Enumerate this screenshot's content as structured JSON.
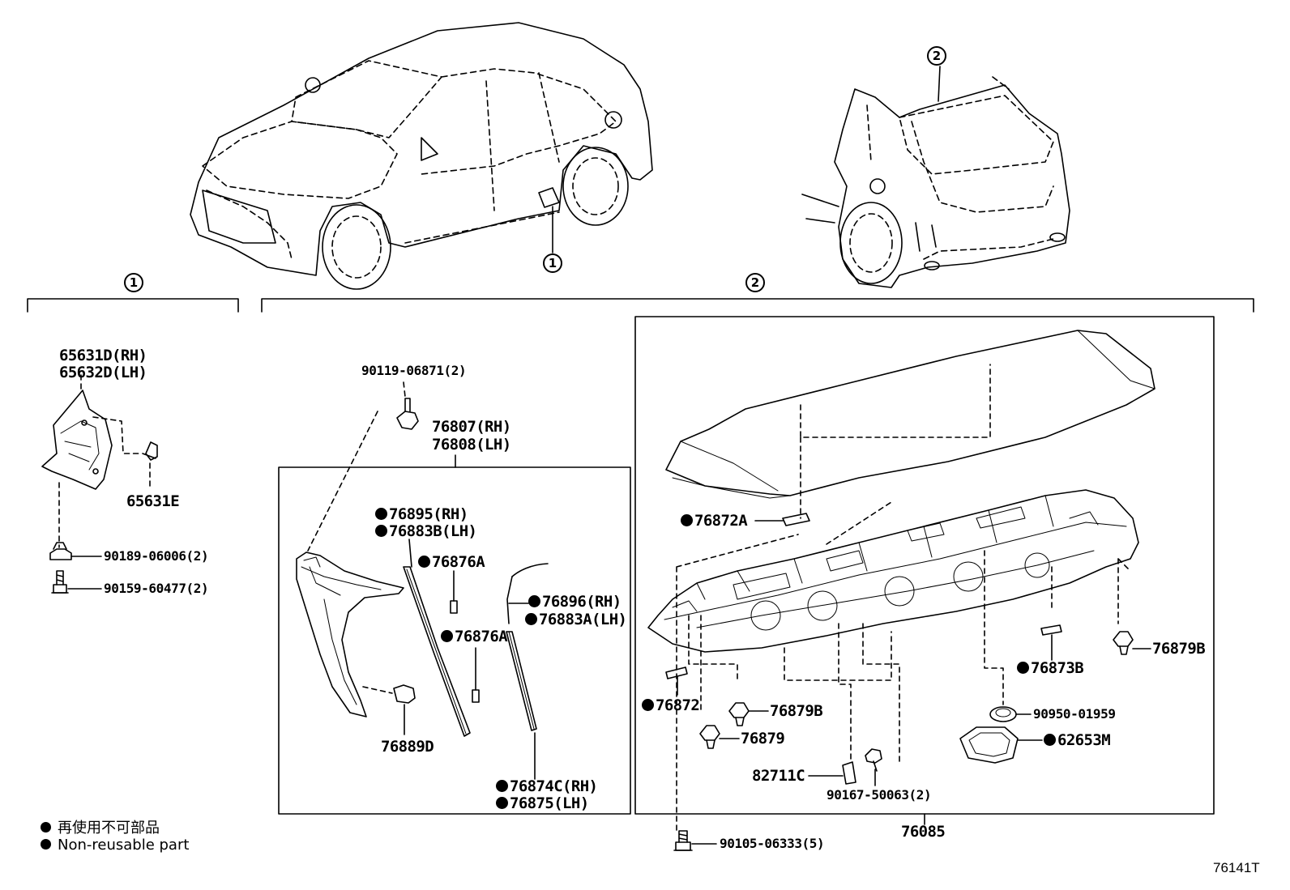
{
  "callouts": {
    "front_view": "1",
    "rear_view": "2",
    "group_1": "1",
    "group_2": "2"
  },
  "parts": {
    "p65631d": "65631D(RH)",
    "p65632d": "65632D(LH)",
    "p65631e": "65631E",
    "p90189": "90189-06006(2)",
    "p90159": "90159-60477(2)",
    "p90119": "90119-06871(2)",
    "p76807": "76807(RH)",
    "p76808": "76808(LH)",
    "p76895": "76895(RH)",
    "p76883b": "76883B(LH)",
    "p76876a_1": "76876A",
    "p76876a_2": "76876A",
    "p76896": "76896(RH)",
    "p76883a": "76883A(LH)",
    "p76889d": "76889D",
    "p76874c": "76874C(RH)",
    "p76875": "76875(LH)",
    "p76872a": "76872A",
    "p76872": "76872",
    "p76879b_1": "76879B",
    "p76879b_2": "76879B",
    "p76879": "76879",
    "p76873b": "76873B",
    "p90950": "90950-01959",
    "p62653m": "62653M",
    "p82711c": "82711C",
    "p90167": "90167-50063(2)",
    "p76085": "76085",
    "p90105": "90105-06333(5)"
  },
  "legend": {
    "jp": "再使用不可部品",
    "en": "Non-reusable part"
  },
  "figure_code": "76141T"
}
